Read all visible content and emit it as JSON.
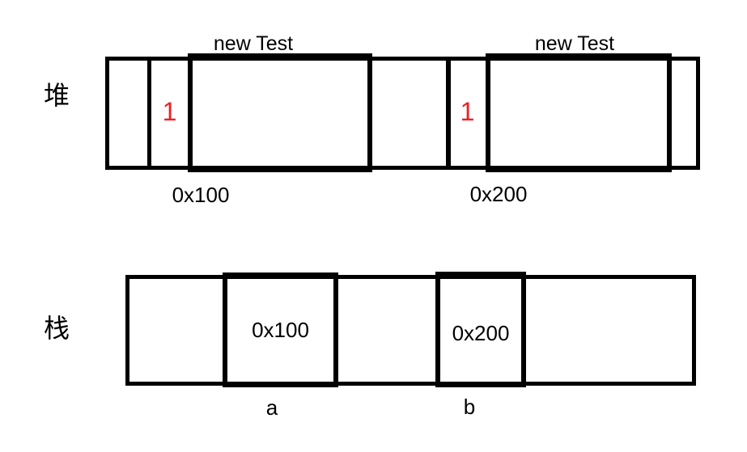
{
  "diagram": {
    "title_hint": "heap-stack memory reference diagram",
    "heap": {
      "label": "堆",
      "objects": [
        {
          "title": "new Test",
          "refcount": "1",
          "address": "0x100"
        },
        {
          "title": "new Test",
          "refcount": "1",
          "address": "0x200"
        }
      ]
    },
    "stack": {
      "label": "栈",
      "slots": [
        {
          "name": "a",
          "value": "0x100"
        },
        {
          "name": "b",
          "value": "0x200"
        }
      ]
    },
    "colors": {
      "line": "#000000",
      "refcount_red": "#ed2024",
      "background": "#ffffff"
    }
  }
}
